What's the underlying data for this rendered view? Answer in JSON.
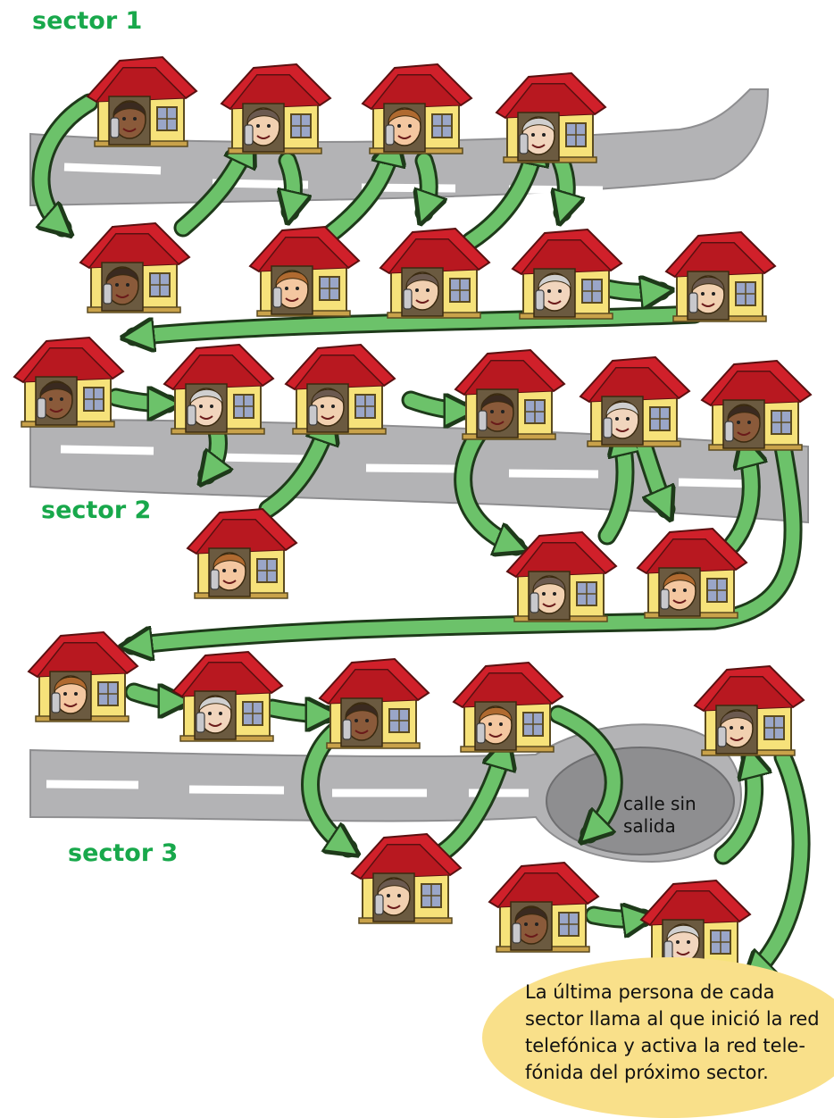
{
  "title": "",
  "sectors": [
    {
      "label": "sector 1"
    },
    {
      "label": "sector 2"
    },
    {
      "label": "sector 3"
    }
  ],
  "dead_end_label": "calle sin salida",
  "note": "La última persona  de cada sector llama al que inició la red telefónica y activa la red tele-fónida del próximo sector.",
  "colors": {
    "sector_label": "#18a84b",
    "arrow_fill": "#6cc26a",
    "arrow_stroke": "#1e3a1a",
    "roof": "#d0202a",
    "wall": "#f6e27a",
    "road": "#b3b3b5",
    "road_edge": "#8e8e90",
    "note_bubble": "#f9e08a"
  }
}
